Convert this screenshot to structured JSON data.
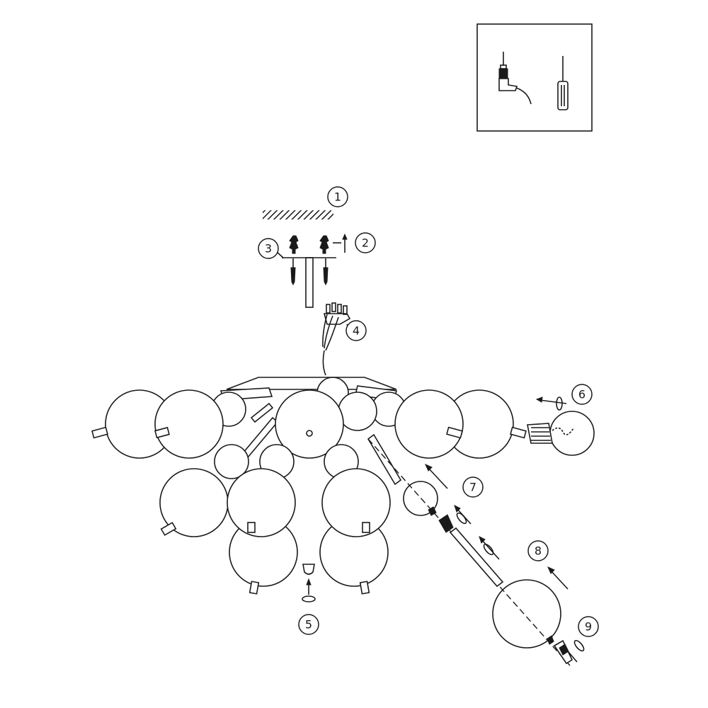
{
  "title": "Ceiling lamp assembly instructions",
  "tools": [
    "drill-icon",
    "screwdriver-icon"
  ],
  "steps": [
    {
      "label": "1"
    },
    {
      "label": "2"
    },
    {
      "label": "3"
    },
    {
      "label": "4"
    },
    {
      "label": "5"
    },
    {
      "label": "6"
    },
    {
      "label": "7"
    },
    {
      "label": "8"
    },
    {
      "label": "9"
    }
  ],
  "colors": {
    "line": "#1a1a1a",
    "background": "#ffffff"
  }
}
